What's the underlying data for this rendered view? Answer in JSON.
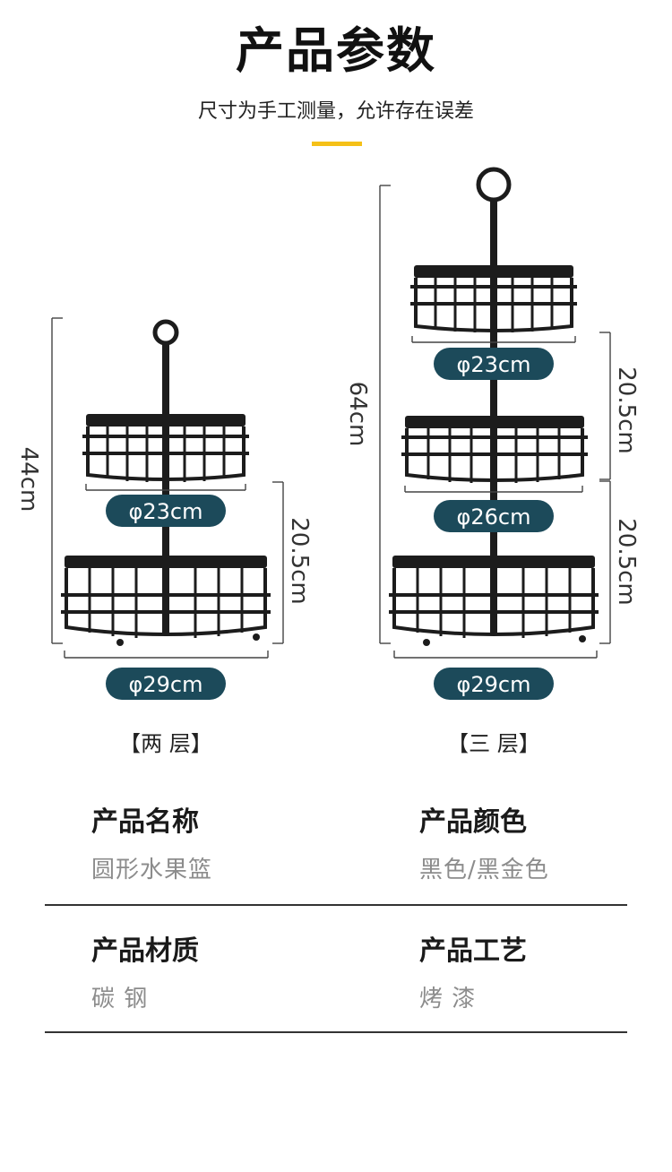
{
  "header": {
    "title": "产品参数",
    "subtitle": "尺寸为手工测量，允许存在误差",
    "accent_color": "#f5c017"
  },
  "diagram": {
    "two_tier": {
      "height_label": "44cm",
      "top_diameter": "φ23cm",
      "bottom_diameter": "φ29cm",
      "spacing_label": "20.5cm",
      "caption": "【两 层】"
    },
    "three_tier": {
      "height_label": "64cm",
      "top_diameter": "φ23cm",
      "middle_diameter": "φ26cm",
      "bottom_diameter": "φ29cm",
      "spacing_upper": "20.5cm",
      "spacing_lower": "20.5cm",
      "caption": "【三 层】"
    },
    "pill_color": "#1c4a5a"
  },
  "specs": {
    "name_label": "产品名称",
    "name_value": "圆形水果篮",
    "color_label": "产品颜色",
    "color_value": "黑色/黑金色",
    "material_label": "产品材质",
    "material_value": "碳 钢",
    "process_label": "产品工艺",
    "process_value": "烤 漆"
  }
}
